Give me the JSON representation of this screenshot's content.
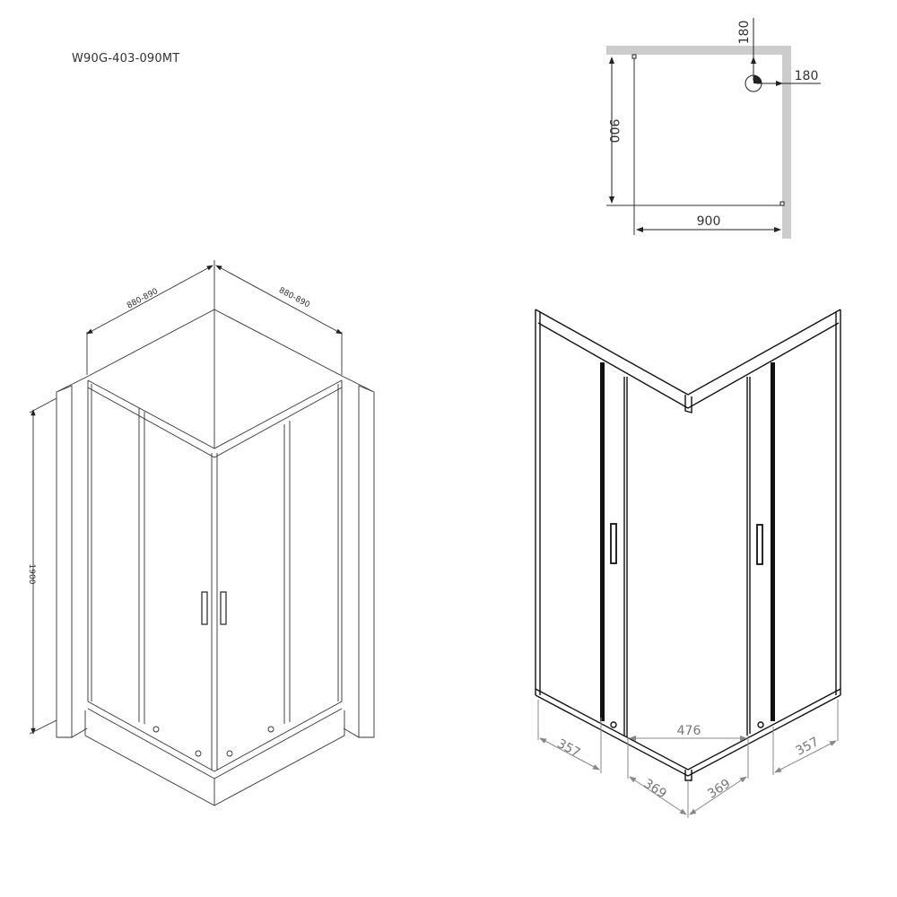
{
  "title": {
    "model_code": "W90G-403-090MT"
  },
  "plan_view": {
    "width_label": "900",
    "depth_label": "900",
    "drain_offset_top": "180",
    "drain_offset_side": "180",
    "wall_color": "#cccccc"
  },
  "isometric_view": {
    "left_width_label": "880-890",
    "right_width_label": "880-890",
    "height_label": "1900"
  },
  "front_view": {
    "left_fixed_label": "357",
    "right_fixed_label": "357",
    "entry_width_label": "476",
    "left_corner_label": "369",
    "right_corner_label": "369",
    "dimension_color": "#888888"
  }
}
